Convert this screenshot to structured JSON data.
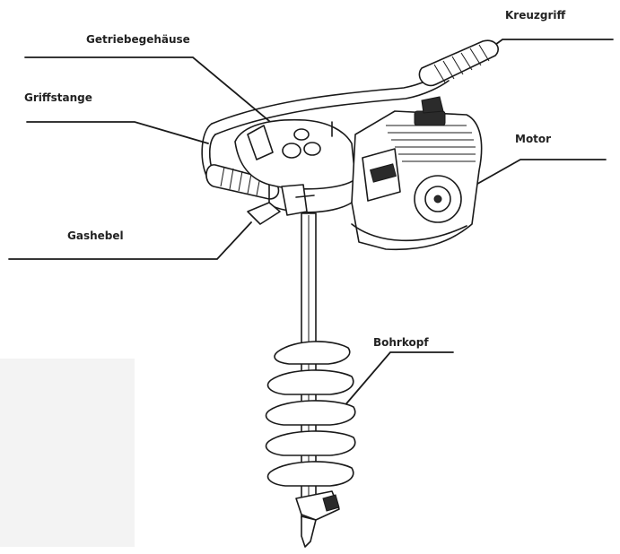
{
  "labels": {
    "kreuzgriff": "Kreuzgriff",
    "getriebegehaeuse": "Getriebegehäuse",
    "griffstange": "Griffstange",
    "motor": "Motor",
    "gashebel": "Gashebel",
    "bohrkopf": "Bohrkopf"
  },
  "colors": {
    "ink": "#1a1a1a",
    "label": "#222222",
    "background": "#ffffff"
  }
}
